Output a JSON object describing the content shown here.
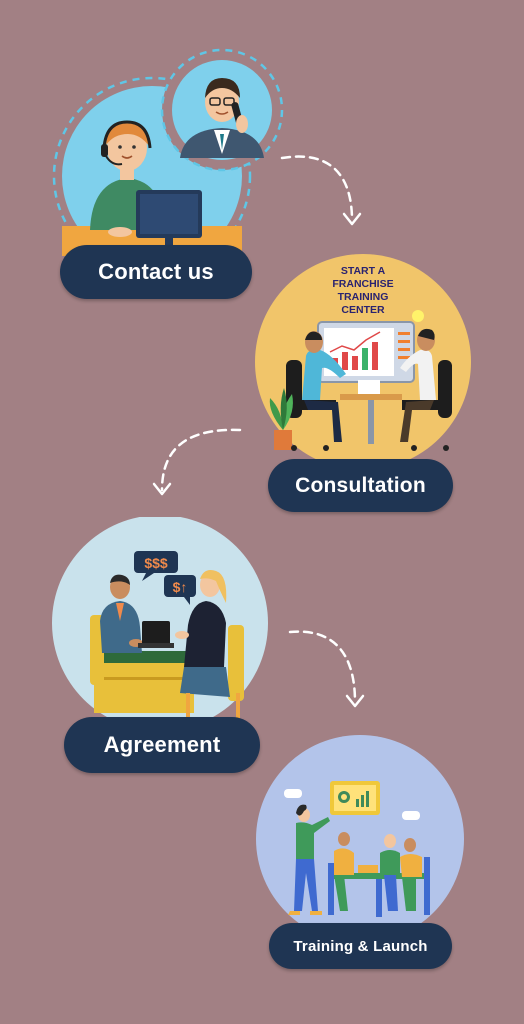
{
  "steps": [
    {
      "label": "Contact us"
    },
    {
      "label": "Consultation",
      "board_text": [
        "START A",
        "FRANCHISE",
        "TRAINING",
        "CENTER"
      ]
    },
    {
      "label": "Agreement",
      "bubble_money": "$$$",
      "bubble_exchange": "$↑"
    },
    {
      "label": "Training & Launch"
    }
  ],
  "colors": {
    "background": "#a28084",
    "pill": "#1f3553",
    "pill_text": "#ffffff",
    "circle_contact": "#7fd0ec",
    "circle_consult": "#f1c56a",
    "circle_agreement": "#c9e2ec",
    "circle_training": "#b3c4ea",
    "arrow": "#ffffff"
  },
  "icons": [
    "headset-agent-icon",
    "phone-agent-icon",
    "meeting-board-icon",
    "contract-signing-icon",
    "team-training-icon",
    "dashed-arrow-icon"
  ]
}
